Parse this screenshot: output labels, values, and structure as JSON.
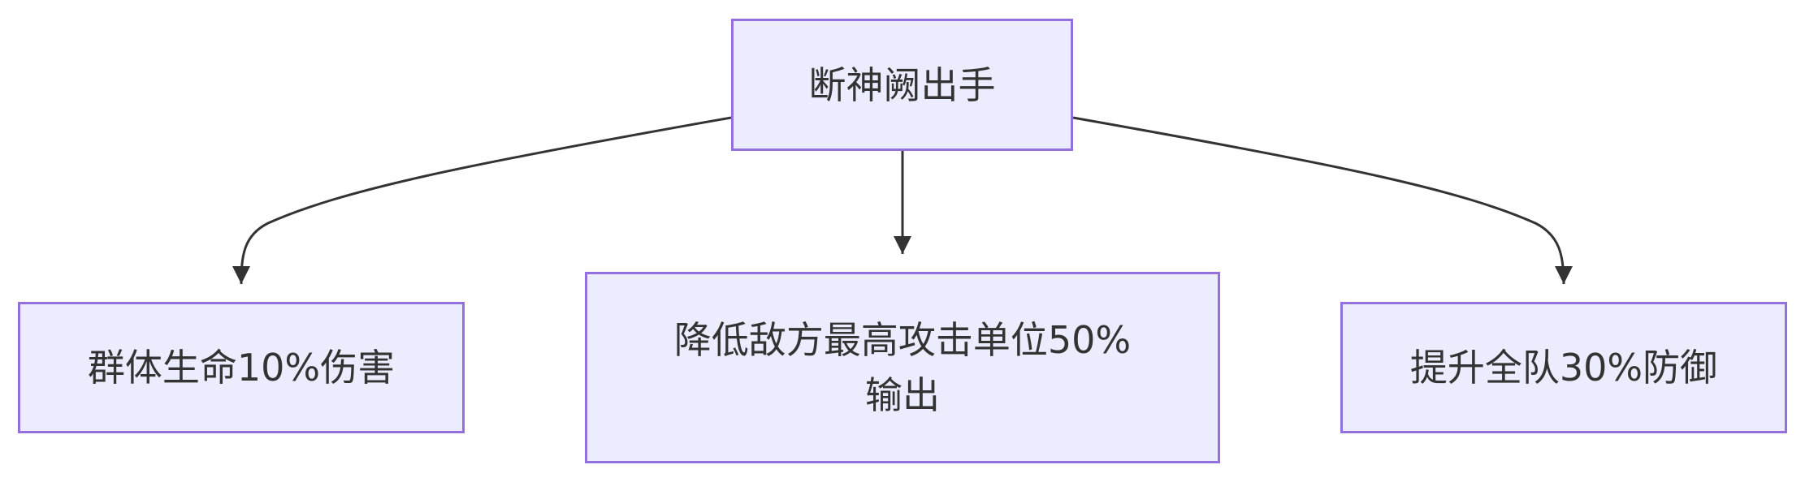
{
  "diagram": {
    "type": "flowchart",
    "direction": "top-down",
    "colors": {
      "node_fill": "#ECECFF",
      "node_border": "#9370DB",
      "text": "#333333",
      "edge": "#333333"
    },
    "nodes": {
      "root": {
        "label": "断神阙出手"
      },
      "left": {
        "label": "群体生命10%伤害"
      },
      "mid": {
        "label": "降低敌方最高攻击单位50%\n输出"
      },
      "right": {
        "label": "提升全队30%防御"
      }
    },
    "edges": [
      {
        "from": "root",
        "to": "left"
      },
      {
        "from": "root",
        "to": "mid"
      },
      {
        "from": "root",
        "to": "right"
      }
    ]
  }
}
